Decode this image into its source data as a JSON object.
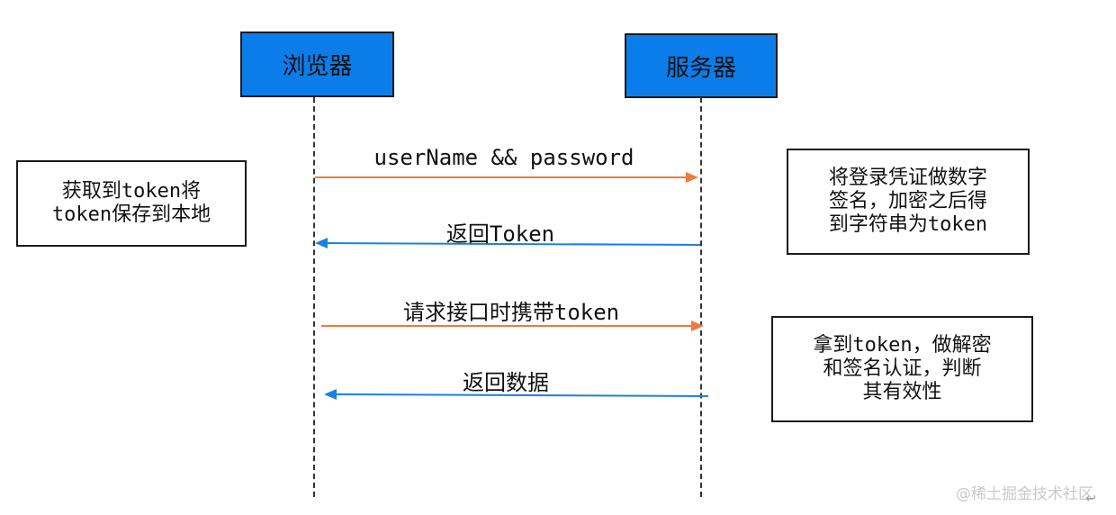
{
  "actors": {
    "browser": "浏览器",
    "server": "服务器"
  },
  "messages": [
    {
      "label": "userName && password",
      "direction": "right",
      "color": "#f07a3a"
    },
    {
      "label": "返回Token",
      "direction": "left",
      "color": "#1d7fe0"
    },
    {
      "label": "请求接口时携带token",
      "direction": "right",
      "color": "#f07a3a"
    },
    {
      "label": "返回数据",
      "direction": "left",
      "color": "#1d7fe0"
    }
  ],
  "notes": {
    "left": [
      "获取到token将",
      "token保存到本地"
    ],
    "right_top": [
      "将登录凭证做数字",
      "签名，加密之后得",
      "到字符串为token"
    ],
    "right_bottom": [
      "拿到token，做解密",
      "和签名认证，判断",
      "其有效性"
    ]
  },
  "watermark": "@稀土掘金技术社区",
  "colors": {
    "actor_fill": "#0b7dea",
    "request_arrow": "#f07a3a",
    "response_arrow": "#1d7fe0"
  }
}
